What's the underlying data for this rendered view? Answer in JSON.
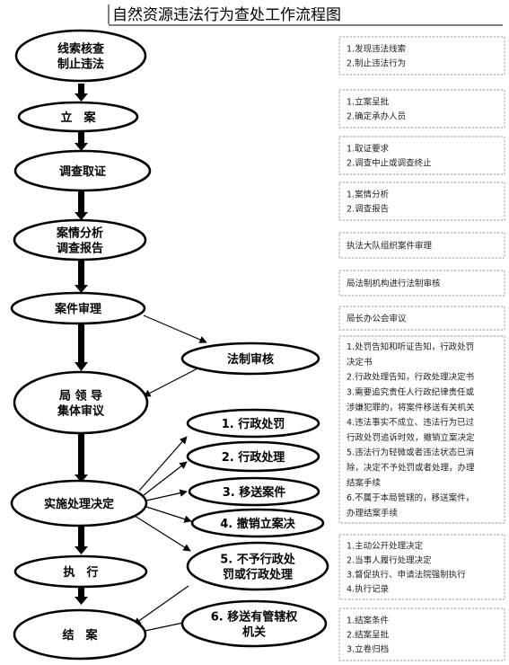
{
  "title": "自然资源违法行为查处工作流程图",
  "colors": {
    "ink": "#000000",
    "note_border": "#9a9a9a",
    "note_text": "#222222"
  },
  "nodes": {
    "n1": {
      "lines": [
        "线索核查",
        "制止违法"
      ]
    },
    "n2": {
      "lines": [
        "立　案"
      ]
    },
    "n3": {
      "lines": [
        "调查取证"
      ]
    },
    "n4": {
      "lines": [
        "案情分析",
        "调查报告"
      ]
    },
    "n5": {
      "lines": [
        "案件审理"
      ]
    },
    "n6": {
      "lines": [
        "法制审核"
      ]
    },
    "n7": {
      "lines": [
        "局 领 导",
        "集体审议"
      ]
    },
    "n8": {
      "lines": [
        "实施处理决定"
      ]
    },
    "n9": {
      "lines": [
        "执　行"
      ]
    },
    "n10": {
      "lines": [
        "结　案"
      ]
    },
    "o1": {
      "lines": [
        "1. 行政处罚"
      ]
    },
    "o2": {
      "lines": [
        "2. 行政处理"
      ]
    },
    "o3": {
      "lines": [
        "3. 移送案件"
      ]
    },
    "o4": {
      "lines": [
        "4. 撤销立案决"
      ]
    },
    "o5": {
      "lines": [
        "5. 不予行政处",
        "罚或行政处理"
      ]
    },
    "o6": {
      "lines": [
        "6. 移送有管辖权",
        "机关"
      ]
    }
  },
  "notes": [
    {
      "lines": [
        "1.发现违法线索",
        "2.制止违法行为"
      ]
    },
    {
      "lines": [
        "1.立案呈批",
        "2.确定承办人员"
      ]
    },
    {
      "lines": [
        "1.取证要求",
        "2.调查中止或调查终止"
      ]
    },
    {
      "lines": [
        "1.案情分析",
        "2.调查报告"
      ]
    },
    {
      "lines": [
        "执法大队组织案件审理"
      ]
    },
    {
      "lines": [
        "局法制机构进行法制审核"
      ]
    },
    {
      "lines": [
        "局长办公会审议"
      ]
    },
    {
      "lines": [
        "1.处罚告知和听证告知，行政处罚",
        "决定书",
        "2.行政处理告知，行政处理决定书",
        "3.需要追究责任人行政纪律责任或",
        "涉嫌犯罪的，将案件移送有关机关",
        "4.违法事实不成立、违法行为已过",
        "行政处罚追诉时效，撤销立案决定",
        "5.违法行为轻微或者违法状态已消",
        "除，决定不予处罚或者处理，办理",
        "结案手续",
        "6.不属于本局管辖的，移送案件，",
        "办理结案手续"
      ]
    },
    {
      "lines": [
        "1.主动公开处理决定",
        "2.当事人履行处理决定",
        "3.督促执行、申请法院强制执行",
        "4.执行记录"
      ]
    },
    {
      "lines": [
        "1.结案条件",
        "2.结案呈批",
        "3.立卷归档"
      ]
    }
  ]
}
